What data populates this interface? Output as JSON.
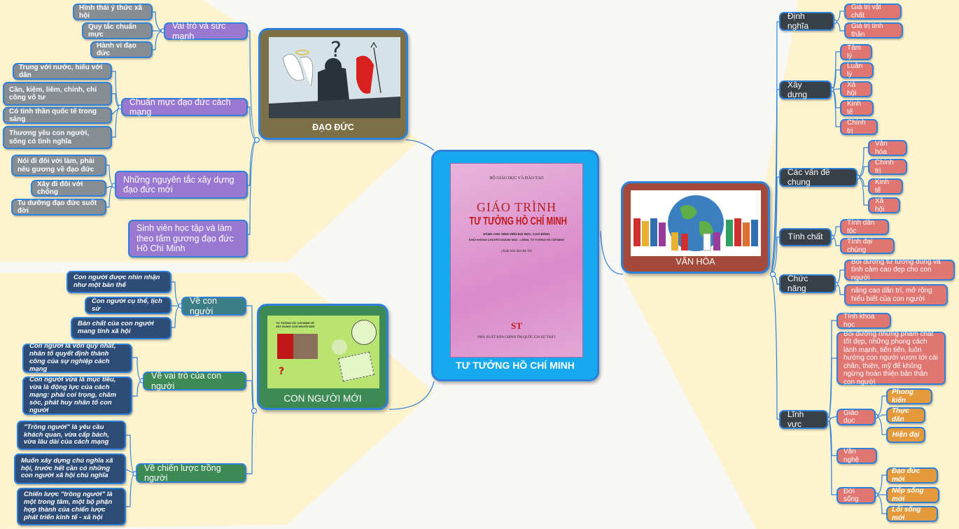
{
  "central": {
    "label": "TƯ TƯỞNG HỒ CHÍ MINH",
    "book": {
      "publisher_top": "BỘ GIÁO DỤC VÀ ĐÀO TẠO",
      "title_line1": "GIÁO TRÌNH",
      "title_line2": "TƯ TƯỞNG HỒ CHÍ MINH",
      "subtitle_line1": "DÀNH CHO SINH VIÊN ĐẠI HỌC, CAO ĐẲNG",
      "subtitle_line2": "KHỐI KHÔNG CHUYÊN NGÀNH MÁC - LÊNIN, TƯ TƯỞNG HỒ CHÍ MINH",
      "edition": "(Xuất bản lần thứ 10)",
      "logo": "ST",
      "publisher_bottom": "NHÀ XUẤT BẢN CHÍNH TRỊ QUỐC GIA SỰ THẬT"
    }
  },
  "dao_duc": {
    "label": "ĐẠO ĐỨC",
    "groups": [
      {
        "label": "Vai trò và sức mạnh",
        "items": [
          "Hình thái ý thức xã hội",
          "Quy tắc chuẩn mực",
          "Hành vi đạo đức"
        ]
      },
      {
        "label": "Chuẩn mực đạo đức cách mạng",
        "items": [
          "Trung với nước, hiếu với dân",
          "Cần, kiệm, liêm, chính, chí công vô tư",
          "Có tinh thần quốc tế trong sáng",
          "Thương yêu con người, sống có tình nghĩa"
        ]
      },
      {
        "label": "Những nguyên tắc xây dựng đạo đức mới",
        "items": [
          "Nói đi đôi với làm, phải nêu gương về đạo đức",
          "Xây đi đôi với chống",
          "Tu dưỡng đạo đức suốt đời"
        ]
      },
      {
        "label": "Sinh viên học tập và làm theo tấm gương đạo đức Hồ Chí Minh",
        "items": []
      }
    ]
  },
  "con_nguoi": {
    "label": "CON NGƯỜI MỚI",
    "image_text": "TƯ TƯỞNG HỒ CHÍ MINH VỀ XÂY DỰNG CON NGƯỜI MỚI",
    "groups": [
      {
        "label": "Về con người",
        "items": [
          "Con người được nhìn nhận như một bản thể",
          "Con người cụ thể, lịch sử",
          "Bản chất của con người mang tính xã hội"
        ]
      },
      {
        "label": "Về vai trò của con người",
        "items": [
          "Con người là vốn quý nhất, nhân tố quyết định thành công của sự nghiệp cách mạng",
          "Con người vừa là mục tiêu, vừa là động lực của cách mạng: phải coi trọng, chăm sóc, phát huy nhân tố con người"
        ]
      },
      {
        "label": "Về chiến lược trồng người",
        "items": [
          "\"Trồng người\" là yêu cầu khách quan, vừa cấp bách, vừa lâu dài của cách mạng",
          "Muốn xây dựng chủ nghĩa xã hội, trước hết cần có những con người xã hội chủ nghĩa",
          "Chiến lược \"trồng người\" là một trong tâm, một bộ phận hợp thành của chiến lược phát triển kinh tế - xã hội"
        ]
      }
    ]
  },
  "van_hoa": {
    "label": "VĂN HÓA",
    "dinh_nghia": {
      "label": "Định nghĩa",
      "items": [
        "Giá trị vật chất",
        "Giá trị tinh thần"
      ]
    },
    "xay_dung": {
      "label": "Xây dựng",
      "items": [
        "Tâm lý",
        "Luân lý",
        "Xã hội",
        "Kinh tế",
        "Chính trị"
      ]
    },
    "van_de": {
      "label": "Các vấn đề chung",
      "items": [
        "Văn hóa",
        "Chính trị",
        "Kinh tế",
        "Xã hội"
      ]
    },
    "tinh_chat": {
      "label": "Tính chất",
      "items": [
        "Tính dân tộc",
        "Tính đại chúng"
      ]
    },
    "chuc_nang": {
      "label": "Chức năng",
      "items": [
        "Bồi dưỡng tư tưởng đúng và tình cảm cao đẹp cho con người",
        "nâng cao dân trí, mở rộng hiểu biết của con người"
      ]
    },
    "linh_vuc": {
      "label": "Lĩnh vực",
      "khoa_hoc": "Tính khoa học",
      "phat_trien": "Bồi dưỡng những phẩm chất tốt đẹp, những phong cách lành mạnh, tiến tiến, luôn hướng con người vươn tới cái chân, thiện, mỹ để không ngừng hoàn thiện bản thân con người",
      "giao_duc": {
        "label": "Giáo dục",
        "items": [
          "Phong kiến",
          "Thực dân",
          "Hiện đại"
        ]
      },
      "van_nghe": "Văn nghệ",
      "doi_song": {
        "label": "Đời sống",
        "items": [
          "Đạo đức mới",
          "Nếp sống mới",
          "Lối sống mới"
        ]
      }
    }
  },
  "colors": {
    "blue_border": "#2f80d8",
    "wedge": "#fdf3cf",
    "grey_node": "#868d93",
    "purple_node": "#9878d0",
    "navy_node": "#2d4c78",
    "red_node": "#e07672",
    "orange_node": "#e49a3a",
    "dark_node": "#384048",
    "central_bg": "#17a9f0",
    "dao_duc_bg": "#7d6f46",
    "con_nguoi_bg": "#3d8a55",
    "van_hoa_bg": "#a44a3a"
  }
}
